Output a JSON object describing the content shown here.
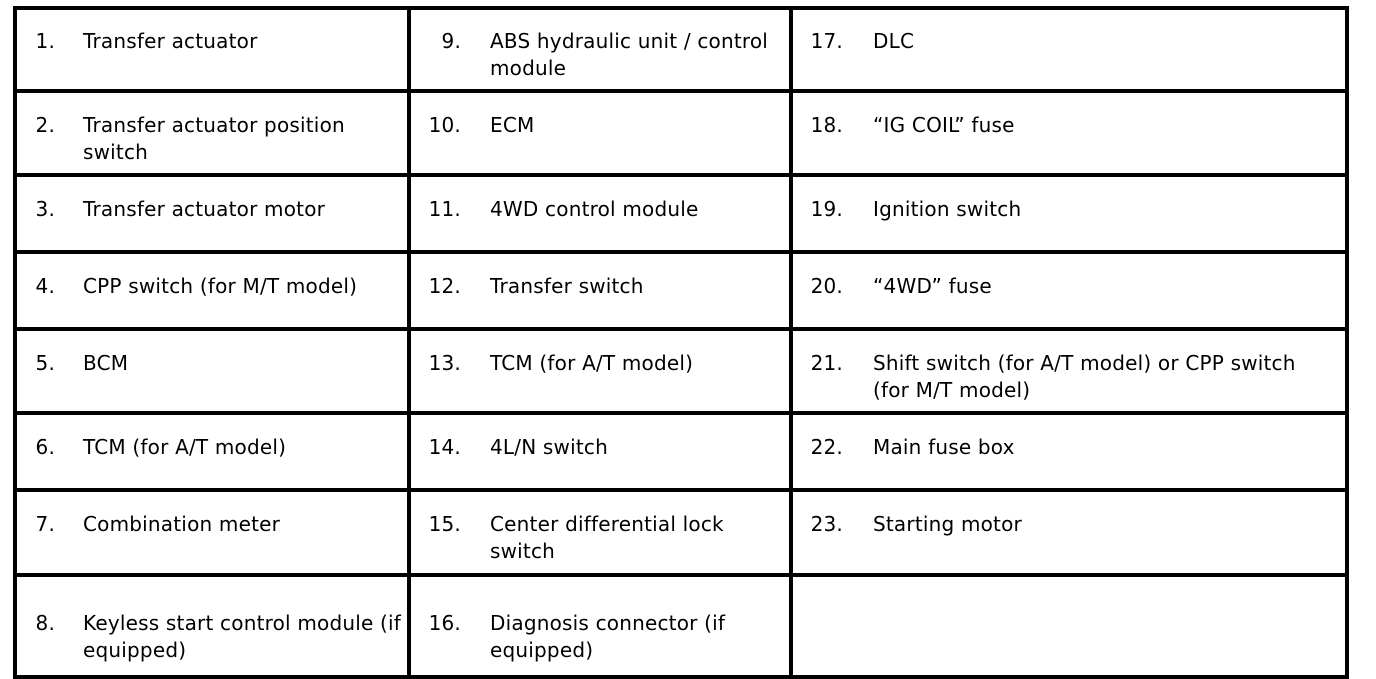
{
  "legend": {
    "rows": [
      [
        {
          "num": "1.",
          "text": "Transfer actuator"
        },
        {
          "num": "9.",
          "text": "ABS hydraulic unit / control module"
        },
        {
          "num": "17.",
          "text": "DLC"
        }
      ],
      [
        {
          "num": "2.",
          "text": "Transfer actuator position switch"
        },
        {
          "num": "10.",
          "text": "ECM"
        },
        {
          "num": "18.",
          "text": "“IG COIL” fuse"
        }
      ],
      [
        {
          "num": "3.",
          "text": "Transfer actuator motor"
        },
        {
          "num": "11.",
          "text": "4WD control module"
        },
        {
          "num": "19.",
          "text": "Ignition switch"
        }
      ],
      [
        {
          "num": "4.",
          "text": "CPP switch (for M/T model)"
        },
        {
          "num": "12.",
          "text": "Transfer switch"
        },
        {
          "num": "20.",
          "text": "“4WD” fuse"
        }
      ],
      [
        {
          "num": "5.",
          "text": "BCM"
        },
        {
          "num": "13.",
          "text": "TCM (for A/T model)"
        },
        {
          "num": "21.",
          "text": "Shift switch (for A/T model) or CPP switch (for M/T model)"
        }
      ],
      [
        {
          "num": "6.",
          "text": "TCM (for A/T model)"
        },
        {
          "num": "14.",
          "text": "4L/N switch"
        },
        {
          "num": "22.",
          "text": "Main fuse box"
        }
      ],
      [
        {
          "num": "7.",
          "text": "Combination meter"
        },
        {
          "num": "15.",
          "text": "Center differential lock switch"
        },
        {
          "num": "23.",
          "text": "Starting motor"
        }
      ],
      [
        {
          "num": "8.",
          "text": "Keyless start control module (if equipped)"
        },
        {
          "num": "16.",
          "text": "Diagnosis connector (if equipped)"
        },
        {
          "num": "",
          "text": ""
        }
      ]
    ]
  }
}
